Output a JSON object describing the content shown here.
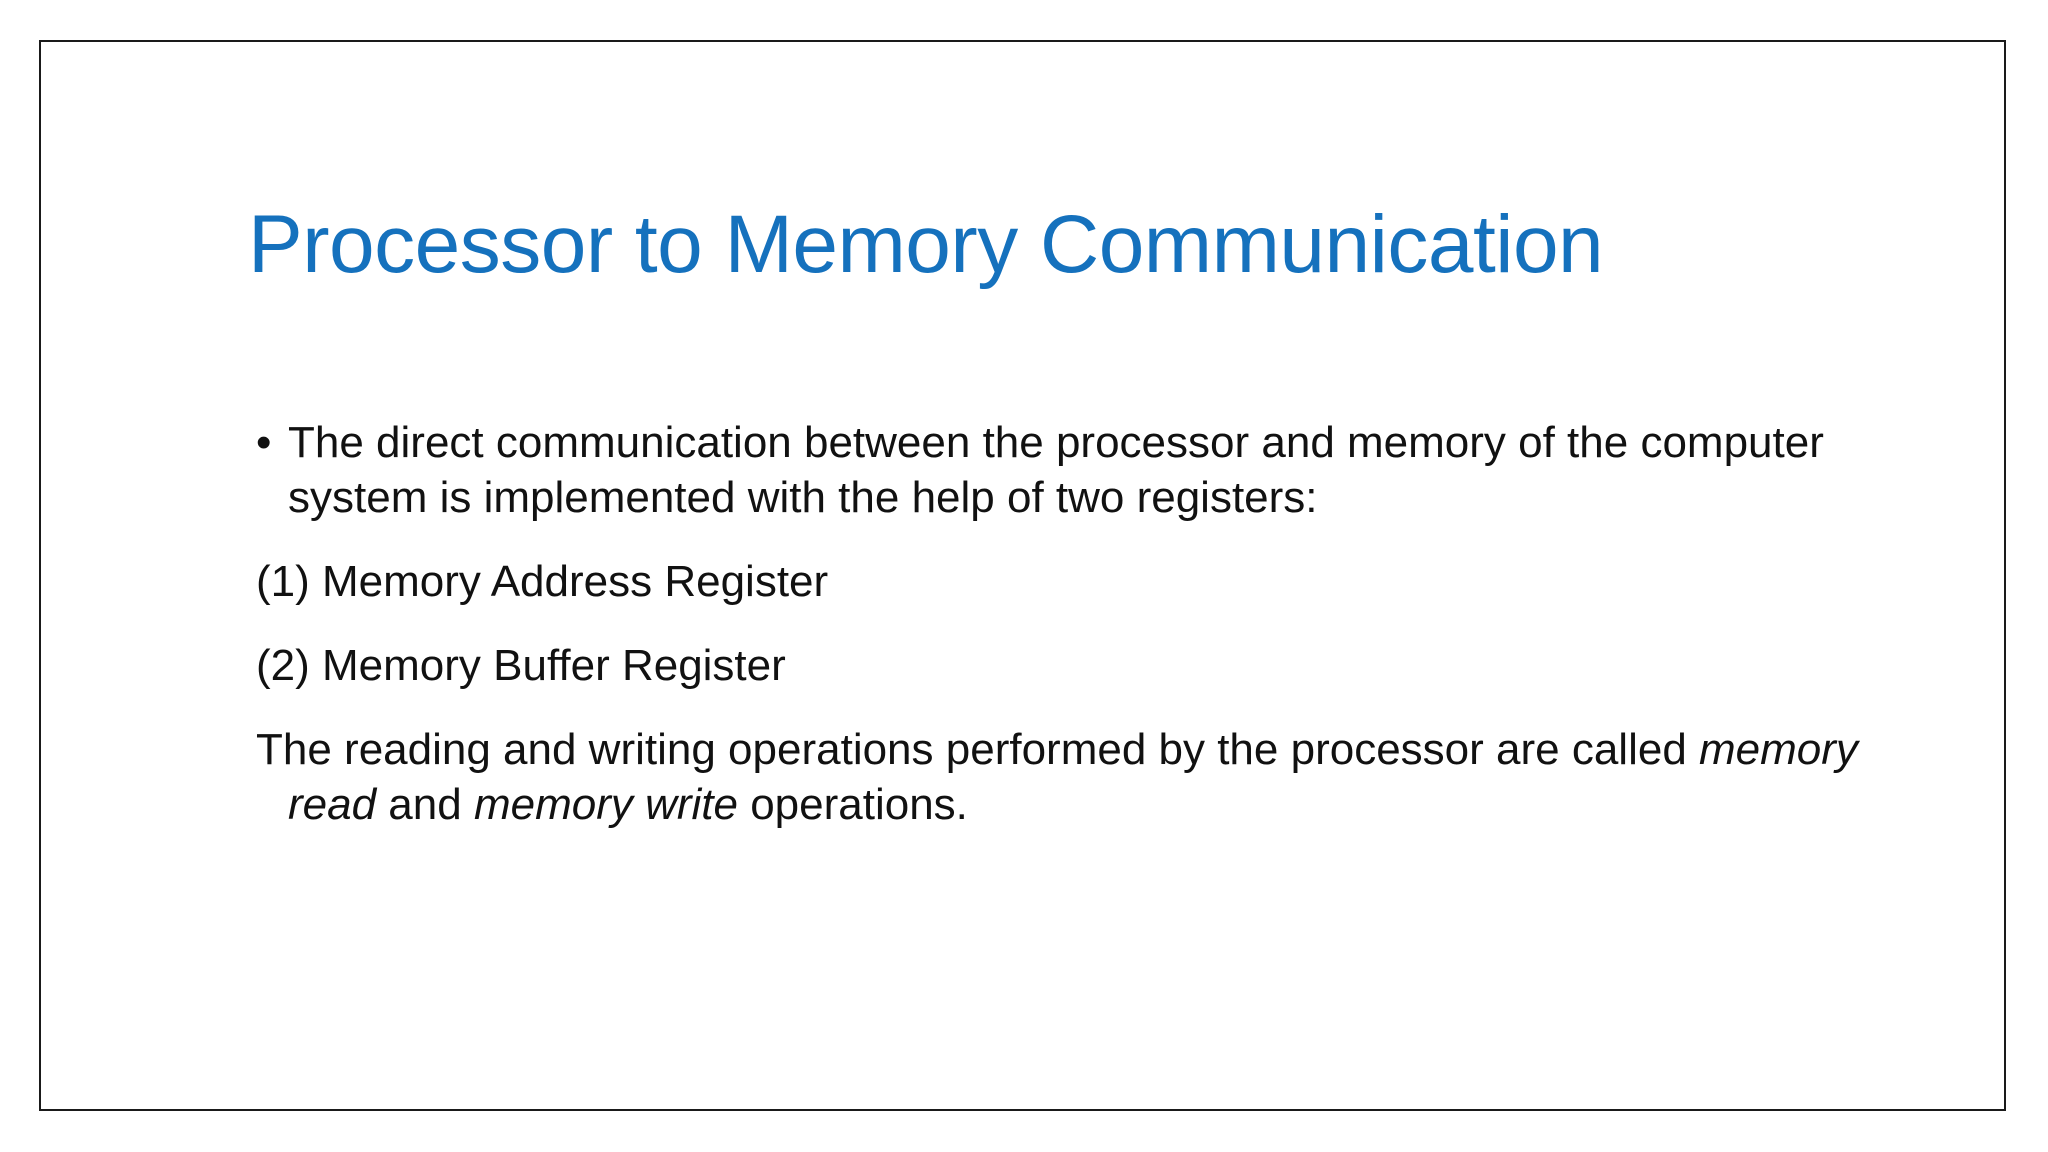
{
  "slide": {
    "title": "Processor to Memory Communication",
    "bullet": {
      "marker": "•",
      "text": "The direct communication between the processor and memory of the computer system is implemented with the help of two registers:"
    },
    "items": [
      "(1) Memory Address Register",
      "(2) Memory Buffer Register"
    ],
    "closing": {
      "part1": "The reading and writing operations performed by the processor are called ",
      "italic1": "memory read",
      "part2": " and ",
      "italic2": "memory write",
      "part3": " operations."
    }
  },
  "colors": {
    "title": "#1571bd",
    "text": "#111111",
    "border": "#1a1a1a"
  }
}
